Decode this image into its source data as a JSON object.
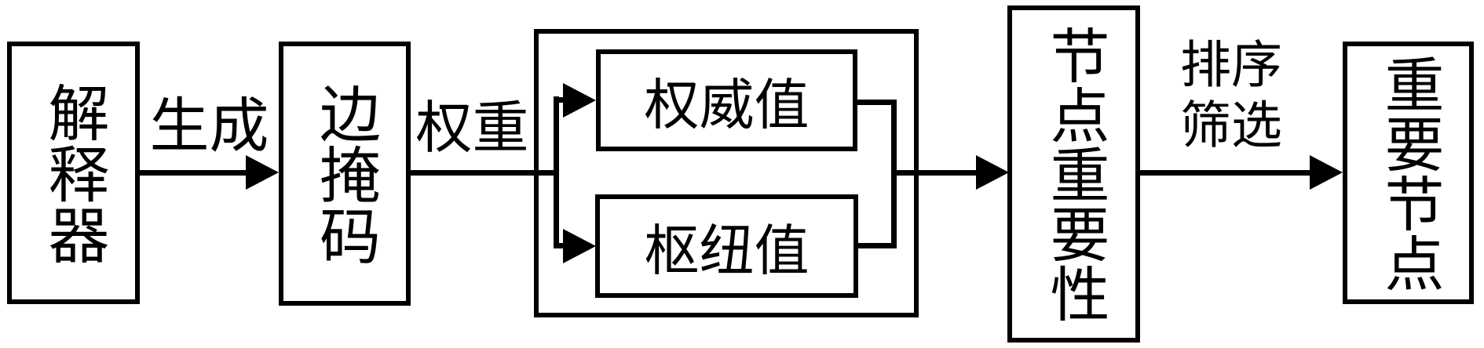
{
  "diagram": {
    "colors": {
      "line": "#000000",
      "background": "#ffffff"
    },
    "nodes": {
      "interpreter": {
        "label": "解释器",
        "text_orientation": "vertical"
      },
      "edge_mask": {
        "label": "边掩码",
        "text_orientation": "vertical"
      },
      "authority": {
        "label": "权威值",
        "text_orientation": "horizontal"
      },
      "hub": {
        "label": "枢纽值",
        "text_orientation": "horizontal"
      },
      "node_importance": {
        "label": "节点重要性",
        "text_orientation": "vertical"
      },
      "important_nodes": {
        "label": "重要节点",
        "text_orientation": "vertical"
      }
    },
    "edge_labels": {
      "generate": "生成",
      "weight": "权重",
      "sort_filter": "排序筛选"
    },
    "edges": [
      {
        "from": "interpreter",
        "to": "edge_mask",
        "label": "生成"
      },
      {
        "from": "edge_mask",
        "to": "authority",
        "label": "权重"
      },
      {
        "from": "edge_mask",
        "to": "hub",
        "label": "权重"
      },
      {
        "from": "authority",
        "to": "node_importance",
        "label": ""
      },
      {
        "from": "hub",
        "to": "node_importance",
        "label": ""
      },
      {
        "from": "node_importance",
        "to": "important_nodes",
        "label": "排序筛选"
      }
    ]
  }
}
